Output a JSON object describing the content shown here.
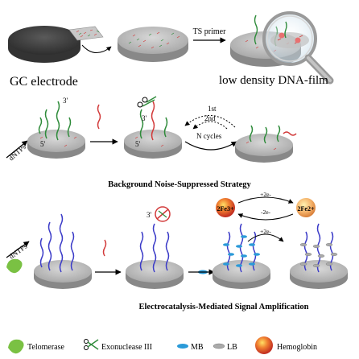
{
  "labels": {
    "gc_electrode": "GC electrode",
    "low_density_film": "low density DNA-film",
    "ts_primer": "TS primer",
    "dntps_1": "dNTPs",
    "dntps_2": "dNTPs",
    "prime_3": "3'",
    "prime_5": "5'",
    "prime_3b": "3'",
    "prime_5b": "5'",
    "prime_3c": "3'",
    "cycle_1st": "1st",
    "cycle_2nd": "2nd",
    "n_cycles": "N cycles",
    "fe3": "2Fe3+",
    "fe2": "2Fe2+",
    "plus_2e_top": "+2e-",
    "minus_2e": "-2e-",
    "plus_2e_bottom": "+2e-",
    "heading_strategy": "Background Noise-Suppressed Strategy",
    "heading_amplification": "Electrocatalysis-Mediated Signal Amplification"
  },
  "legend": [
    {
      "label": "Telomerase",
      "icon": "telomerase-icon"
    },
    {
      "label": "Exonuclease III",
      "icon": "exonuclease-icon"
    },
    {
      "label": "MB",
      "icon": "mb-icon"
    },
    {
      "label": "LB",
      "icon": "lb-icon"
    },
    {
      "label": "Hemoglobin",
      "icon": "hemoglobin-icon"
    }
  ],
  "colors": {
    "electrode_dark": "#4a4a4a",
    "electrode_gray": "#c8c8c8",
    "strand_green": "#2e8b3a",
    "strand_red": "#d23a3a",
    "strand_blue": "#3b3bc8",
    "telomerase_green": "#7ac143",
    "mb_blue": "#2a9ad8",
    "hemoglobin_red": "#e04a2a"
  }
}
